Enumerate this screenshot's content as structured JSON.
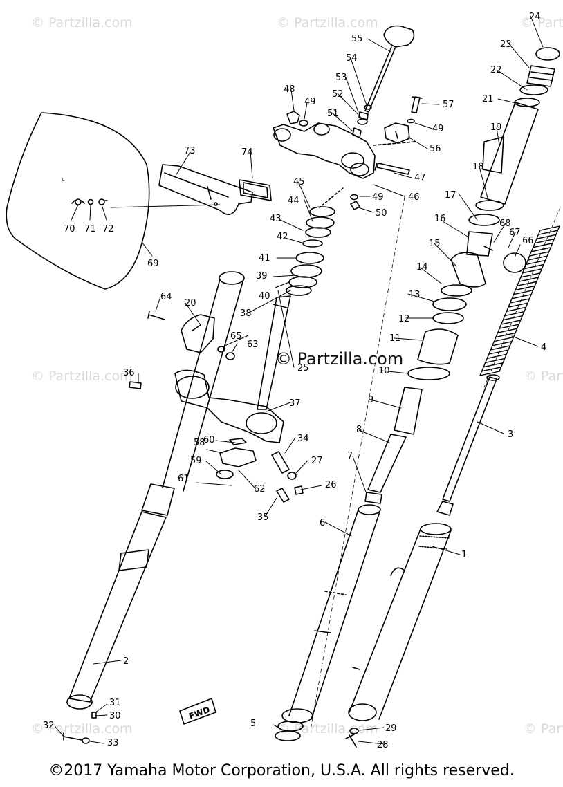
{
  "watermark": "© Partzilla.com",
  "copyright": "©2017 Yamaha Motor Corporation, U.S.A. All rights reserved.",
  "fwd_mark": "FWD",
  "plate_mark": "c",
  "callouts": [
    "1",
    "2",
    "3",
    "4",
    "5",
    "6",
    "7",
    "8",
    "9",
    "10",
    "11",
    "12",
    "13",
    "14",
    "15",
    "16",
    "17",
    "18",
    "19",
    "20",
    "21",
    "22",
    "23",
    "24",
    "25",
    "26",
    "27",
    "28",
    "29",
    "30",
    "31",
    "32",
    "33",
    "34",
    "35",
    "36",
    "37",
    "38",
    "39",
    "40",
    "41",
    "42",
    "43",
    "44",
    "45",
    "46",
    "47",
    "48",
    "49",
    "49",
    "49",
    "50",
    "51",
    "52",
    "53",
    "54",
    "55",
    "56",
    "57",
    "58",
    "59",
    "60",
    "61",
    "62",
    "63",
    "64",
    "65",
    "66",
    "67",
    "68",
    "69",
    "70",
    "71",
    "72",
    "73",
    "74"
  ]
}
